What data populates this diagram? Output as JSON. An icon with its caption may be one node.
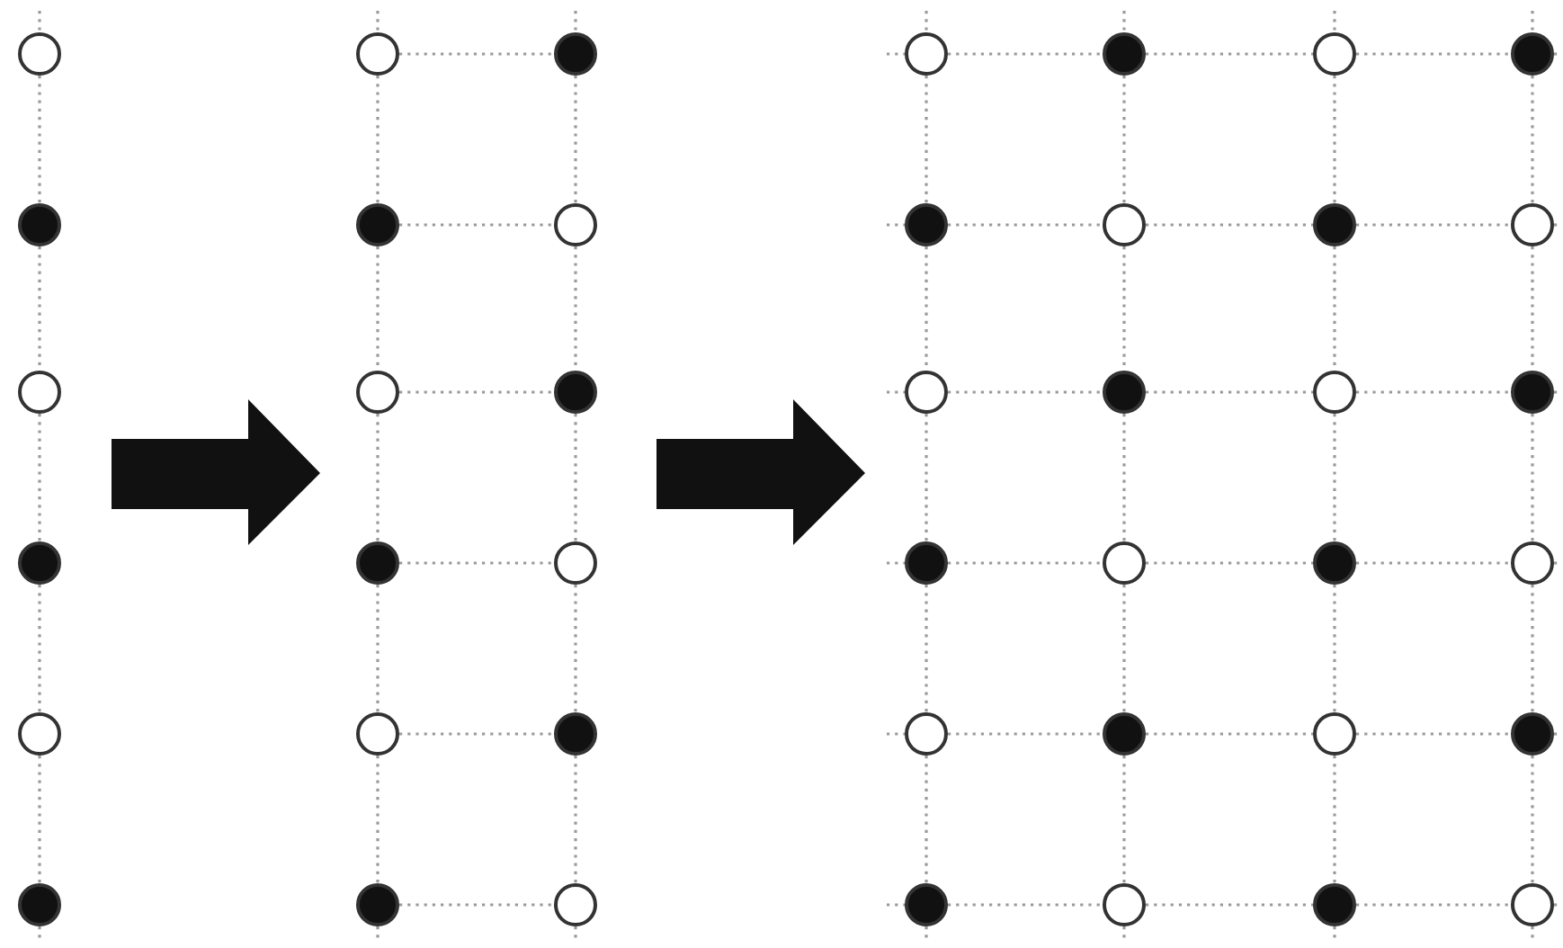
{
  "diagram": {
    "nodes": [
      {
        "text": [],
        "shape": "circle"
      },
      {
        "text": [],
        "shape": "dot"
      },
      {
        "text": [],
        "shape": "circle"
      },
      {
        "text": [],
        "shape": "dot"
      },
      {
        "text": [],
        "shape": "circle"
      },
      {
        "text": [],
        "shape": "dot"
      },
      {
        "text": [],
        "shape": "circle"
      },
      {
        "text": [],
        "shape": "dot"
      },
      {
        "text": [],
        "shape": "dot"
      },
      {
        "text": [],
        "shape": "circle"
      },
      {
        "text": [],
        "shape": "circle"
      },
      {
        "text": [],
        "shape": "dot"
      },
      {
        "text": [],
        "shape": "dot"
      },
      {
        "text": [],
        "shape": "circle"
      },
      {
        "text": [],
        "shape": "circle"
      },
      {
        "text": [],
        "shape": "dot"
      },
      {
        "text": [],
        "shape": "dot"
      },
      {
        "text": [],
        "shape": "circle"
      },
      {
        "text": [],
        "shape": "circle"
      },
      {
        "text": [],
        "shape": "dot"
      },
      {
        "text": [],
        "shape": "circle"
      },
      {
        "text": [],
        "shape": "dot"
      },
      {
        "text": [],
        "shape": "dot"
      },
      {
        "text": [],
        "shape": "circle"
      },
      {
        "text": [],
        "shape": "dot"
      },
      {
        "text": [],
        "shape": "circle"
      },
      {
        "text": [],
        "shape": "circle"
      },
      {
        "text": [],
        "shape": "dot"
      },
      {
        "text": [],
        "shape": "circle"
      },
      {
        "text": [],
        "shape": "dot"
      },
      {
        "text": [],
        "shape": "dot"
      },
      {
        "text": [],
        "shape": "circle"
      },
      {
        "text": [],
        "shape": "dot"
      },
      {
        "text": [],
        "shape": "circle"
      },
      {
        "text": [],
        "shape": "circle"
      },
      {
        "text": [],
        "shape": "dot"
      },
      {
        "text": [],
        "shape": "circle"
      },
      {
        "text": [],
        "shape": "dot"
      },
      {
        "text": [],
        "shape": "dot"
      },
      {
        "text": [],
        "shape": "circle"
      },
      {
        "text": [],
        "shape": "dot"
      },
      {
        "text": [],
        "shape": "circle"
      }
    ],
    "edges": [
      {
        "from": 0,
        "to": 1,
        "arrow": "none"
      },
      {
        "from": 1,
        "to": 2,
        "arrow": "none"
      },
      {
        "from": 2,
        "to": 3,
        "arrow": "none"
      },
      {
        "from": 3,
        "to": 4,
        "arrow": "none"
      },
      {
        "from": 4,
        "to": 5,
        "arrow": "none"
      },
      {
        "from": 6,
        "to": 8,
        "arrow": "none"
      },
      {
        "from": 8,
        "to": 10,
        "arrow": "none"
      },
      {
        "from": 10,
        "to": 12,
        "arrow": "none"
      },
      {
        "from": 12,
        "to": 14,
        "arrow": "none"
      },
      {
        "from": 14,
        "to": 16,
        "arrow": "none"
      },
      {
        "from": 7,
        "to": 9,
        "arrow": "none"
      },
      {
        "from": 9,
        "to": 11,
        "arrow": "none"
      },
      {
        "from": 11,
        "to": 13,
        "arrow": "none"
      },
      {
        "from": 13,
        "to": 15,
        "arrow": "none"
      },
      {
        "from": 15,
        "to": 17,
        "arrow": "none"
      },
      {
        "from": 6,
        "to": 7,
        "arrow": "none"
      },
      {
        "from": 8,
        "to": 9,
        "arrow": "none"
      },
      {
        "from": 10,
        "to": 11,
        "arrow": "none"
      },
      {
        "from": 12,
        "to": 13,
        "arrow": "none"
      },
      {
        "from": 14,
        "to": 15,
        "arrow": "none"
      },
      {
        "from": 16,
        "to": 17,
        "arrow": "none"
      },
      {
        "from": 18,
        "to": 22,
        "arrow": "none"
      },
      {
        "from": 22,
        "to": 26,
        "arrow": "none"
      },
      {
        "from": 26,
        "to": 30,
        "arrow": "none"
      },
      {
        "from": 30,
        "to": 34,
        "arrow": "none"
      },
      {
        "from": 34,
        "to": 38,
        "arrow": "none"
      },
      {
        "from": 19,
        "to": 23,
        "arrow": "none"
      },
      {
        "from": 23,
        "to": 27,
        "arrow": "none"
      },
      {
        "from": 27,
        "to": 31,
        "arrow": "none"
      },
      {
        "from": 31,
        "to": 35,
        "arrow": "none"
      },
      {
        "from": 35,
        "to": 39,
        "arrow": "none"
      },
      {
        "from": 20,
        "to": 24,
        "arrow": "none"
      },
      {
        "from": 24,
        "to": 28,
        "arrow": "none"
      },
      {
        "from": 28,
        "to": 32,
        "arrow": "none"
      },
      {
        "from": 32,
        "to": 36,
        "arrow": "none"
      },
      {
        "from": 36,
        "to": 40,
        "arrow": "none"
      },
      {
        "from": 21,
        "to": 25,
        "arrow": "none"
      },
      {
        "from": 25,
        "to": 29,
        "arrow": "none"
      },
      {
        "from": 29,
        "to": 33,
        "arrow": "none"
      },
      {
        "from": 33,
        "to": 37,
        "arrow": "none"
      },
      {
        "from": 37,
        "to": 41,
        "arrow": "none"
      },
      {
        "from": 18,
        "to": 19,
        "arrow": "none"
      },
      {
        "from": 19,
        "to": 20,
        "arrow": "none"
      },
      {
        "from": 20,
        "to": 21,
        "arrow": "none"
      },
      {
        "from": 22,
        "to": 23,
        "arrow": "none"
      },
      {
        "from": 23,
        "to": 24,
        "arrow": "none"
      },
      {
        "from": 24,
        "to": 25,
        "arrow": "none"
      },
      {
        "from": 26,
        "to": 27,
        "arrow": "none"
      },
      {
        "from": 27,
        "to": 28,
        "arrow": "none"
      },
      {
        "from": 28,
        "to": 29,
        "arrow": "none"
      },
      {
        "from": 30,
        "to": 31,
        "arrow": "none"
      },
      {
        "from": 31,
        "to": 32,
        "arrow": "none"
      },
      {
        "from": 32,
        "to": 33,
        "arrow": "none"
      },
      {
        "from": 34,
        "to": 35,
        "arrow": "none"
      },
      {
        "from": 35,
        "to": 36,
        "arrow": "none"
      },
      {
        "from": 36,
        "to": 37,
        "arrow": "none"
      },
      {
        "from": 38,
        "to": 39,
        "arrow": "none"
      },
      {
        "from": 39,
        "to": 40,
        "arrow": "none"
      },
      {
        "from": 40,
        "to": 41,
        "arrow": "none"
      }
    ]
  }
}
